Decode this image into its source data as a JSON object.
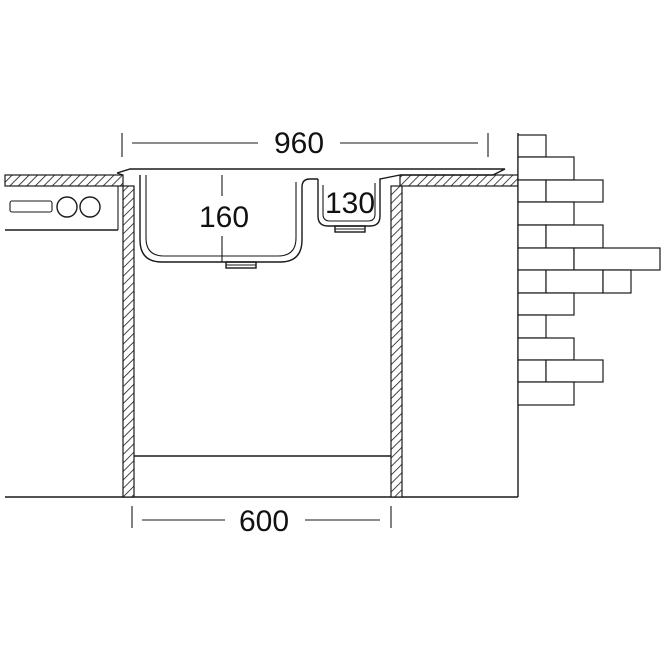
{
  "diagram": {
    "dim_overall_width": "960",
    "dim_bowl_depth": "160",
    "dim_drainer_depth": "130",
    "dim_cabinet_width": "600"
  },
  "colors": {
    "line": "#1a1a1a",
    "background": "#ffffff"
  }
}
